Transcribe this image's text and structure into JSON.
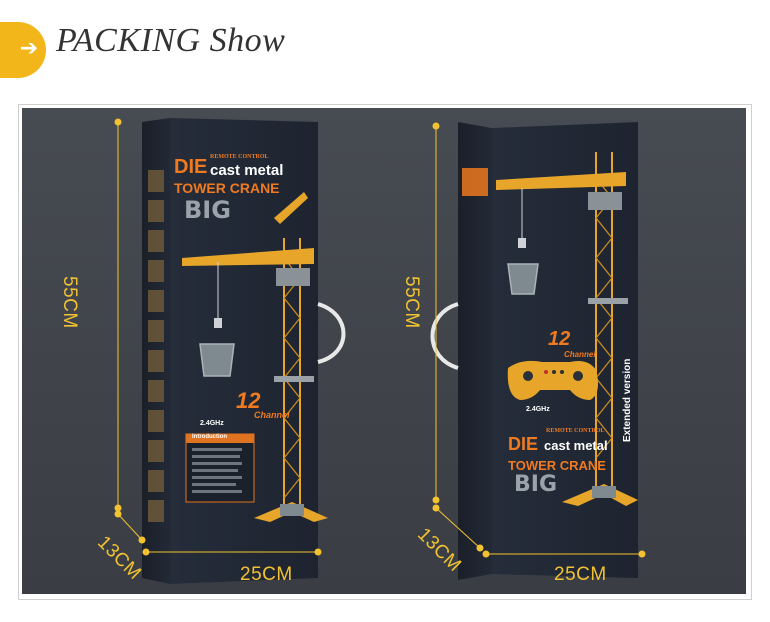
{
  "header": {
    "title": "PACKING Show",
    "arrow_glyph": "➔",
    "accent_color": "#f3b61a"
  },
  "dimensions": {
    "height_label": "55CM",
    "depth_label": "13CM",
    "width_label": "25CM",
    "line_color": "#f2c230"
  },
  "box_front": {
    "die": "DIE",
    "remote_control": "REMOTE CONTROL",
    "cast_metal": "cast metal",
    "tower_crane": "TOWER CRANE",
    "big": "BIG",
    "channel_number": "12",
    "channel_word": "Channel",
    "frequency": "2.4GHz",
    "intro_heading": "Introduction"
  },
  "box_back": {
    "die": "DIE",
    "remote_control": "REMOTE CONTROL",
    "cast_metal": "cast metal",
    "tower_crane": "TOWER CRANE",
    "big": "BIG",
    "channel_number": "12",
    "channel_word": "Channel",
    "frequency": "2.4GHz",
    "extended": "Extended version"
  }
}
